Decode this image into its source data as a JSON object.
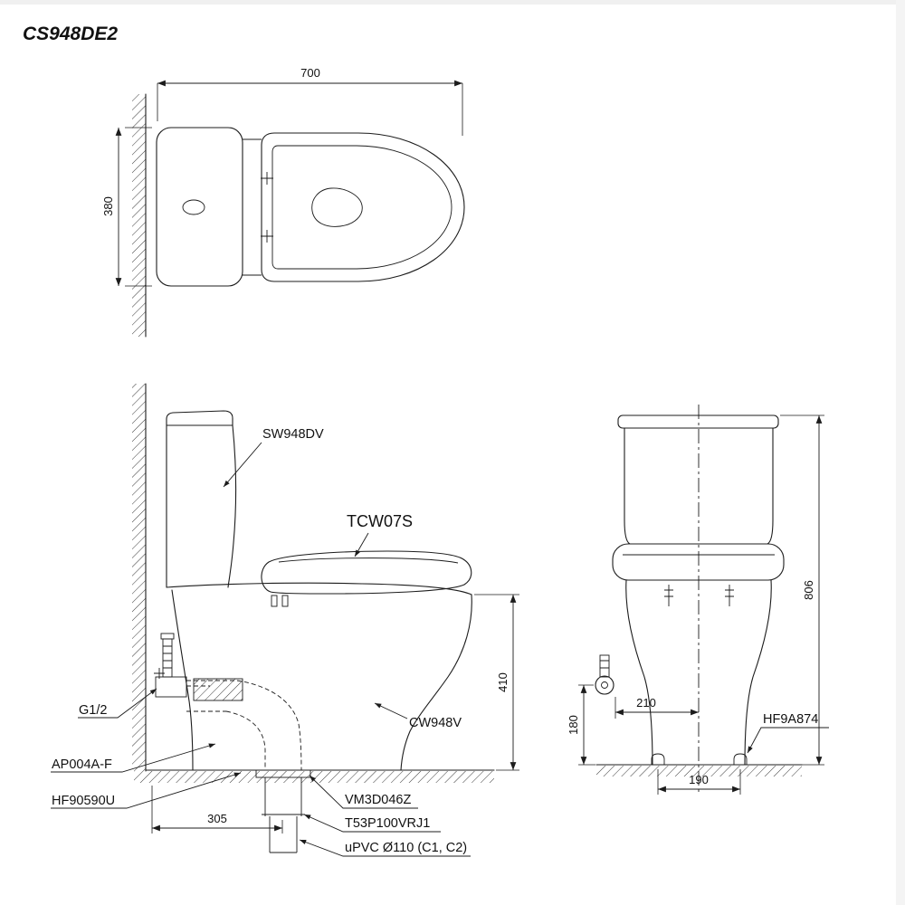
{
  "title": "CS948DE2",
  "views": {
    "top": {
      "width": "700",
      "depth": "380"
    },
    "side": {
      "tank": "SW948DV",
      "washlet": "TCW07S",
      "bowl": "CW948V",
      "supply": "G1/2",
      "angle_valve": "AP004A-F",
      "hose": "HF90590U",
      "flange": "VM3D046Z",
      "joint": "T53P100VRJ1",
      "pipe": "uPVC Ø110 (C1, C2)",
      "rim_height": "410",
      "rough_in": "305"
    },
    "front": {
      "height": "806",
      "supply_height": "180",
      "supply_offset": "210",
      "bolt_spacing": "190",
      "cap": "HF9A874"
    }
  }
}
